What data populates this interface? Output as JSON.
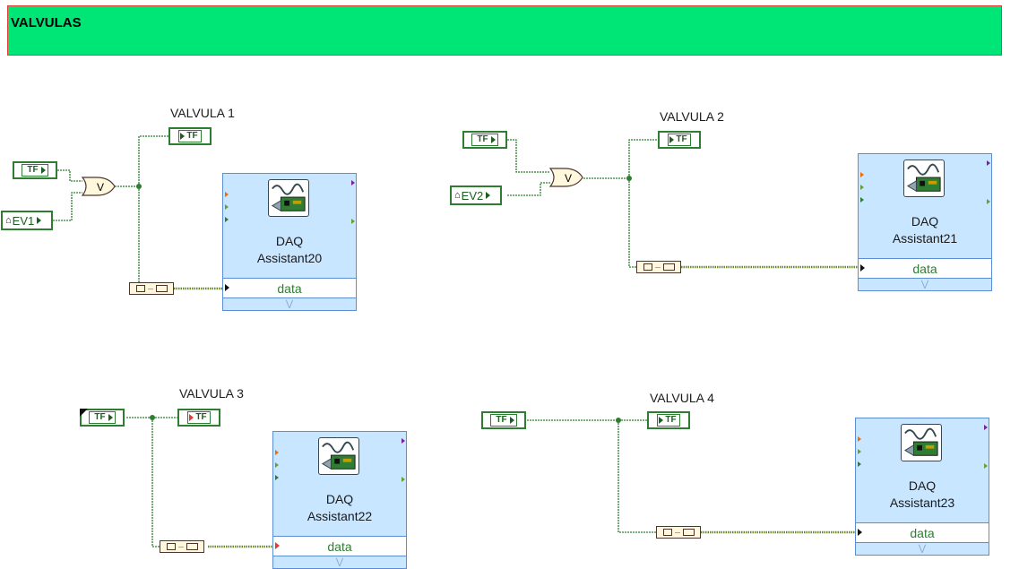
{
  "banner": {
    "title": "VALVULAS",
    "color": "#00e676"
  },
  "colors": {
    "wire_boolean": "#2e7d32",
    "wire_dynamic": "#6d8b2d",
    "wire_error": "#e53935"
  },
  "sections": [
    {
      "label": "VALVULA 1",
      "gate_symbol": "V",
      "local_var": "EV1",
      "control_label": "TF",
      "indicator_label": "TF",
      "daq": {
        "line1": "DAQ",
        "line2": "Assistant20",
        "data_label": "data"
      }
    },
    {
      "label": "VALVULA 2",
      "gate_symbol": "V",
      "local_var": "EV2",
      "control_label": "TF",
      "indicator_label": "TF",
      "daq": {
        "line1": "DAQ",
        "line2": "Assistant21",
        "data_label": "data"
      }
    },
    {
      "label": "VALVULA 3",
      "control_label": "TF",
      "indicator_label": "TF",
      "daq": {
        "line1": "DAQ",
        "line2": "Assistant22",
        "data_label": "data"
      }
    },
    {
      "label": "VALVULA 4",
      "control_label": "TF",
      "indicator_label": "TF",
      "daq": {
        "line1": "DAQ",
        "line2": "Assistant23",
        "data_label": "data"
      }
    }
  ],
  "icons": {
    "local_variable": "house-icon",
    "daq": "daq-assistant-icon",
    "array": "array-constant-icon",
    "gate": "or-gate-icon",
    "expand": "expand-chevron-icon"
  }
}
